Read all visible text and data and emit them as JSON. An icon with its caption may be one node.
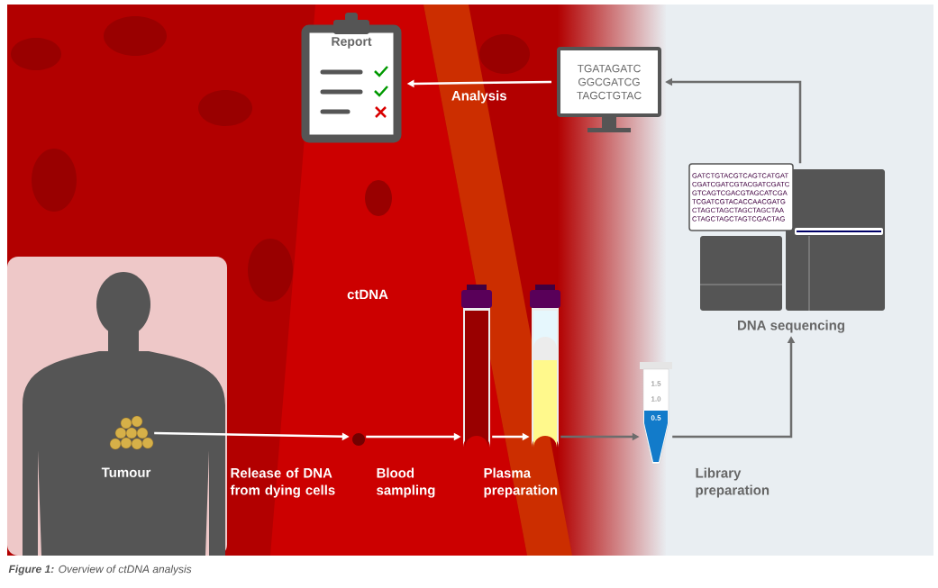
{
  "diagram": {
    "caption": "**Figure 1:** Overview of ctDNA analysis",
    "nodes": [
      {
        "text": [
          "Tumour"
        ]
      },
      {
        "text": [
          "Release of DNA from dying cells"
        ]
      },
      {
        "text": [
          "Blood sampling"
        ]
      },
      {
        "text": [
          "Plasma preparation"
        ]
      },
      {
        "text": [
          "Library preparation"
        ]
      },
      {
        "text": [
          "DNA sequencing"
        ]
      },
      {
        "text": [
          "TGATAGATC GGCGATCG TAGCTGTAC"
        ]
      },
      {
        "text": [
          "Report"
        ]
      }
    ],
    "edges": [
      {
        "from": 0,
        "to": 1,
        "arrow": "to"
      },
      {
        "from": 1,
        "to": 2,
        "arrow": "to"
      },
      {
        "from": 2,
        "to": 3,
        "arrow": "to"
      },
      {
        "from": 3,
        "to": 4,
        "arrow": "to",
        "color": "#6d6d6d"
      },
      {
        "from": 4,
        "to": 5,
        "arrow": "to",
        "color": "#6d6d6d"
      },
      {
        "from": 5,
        "to": 6,
        "arrow": "to",
        "color": "#6d6d6d"
      },
      {
        "from": 6,
        "to": 7,
        "arrow": "to",
        "label": "Analysis"
      }
    ],
    "labels": [
      "ctDNA",
      "GATCTGTACGTCAGTCATGAT CGATCGATCGTACGATCGATC GTCAGTCGACGTAGCATCGA TCGATCGTACACCAACGATG CTAGCTAGCTAGCTAGCTAA CTAGCTAGCTAGTCGACTAG",
      "1.5",
      "1.0",
      "0.5"
    ]
  }
}
